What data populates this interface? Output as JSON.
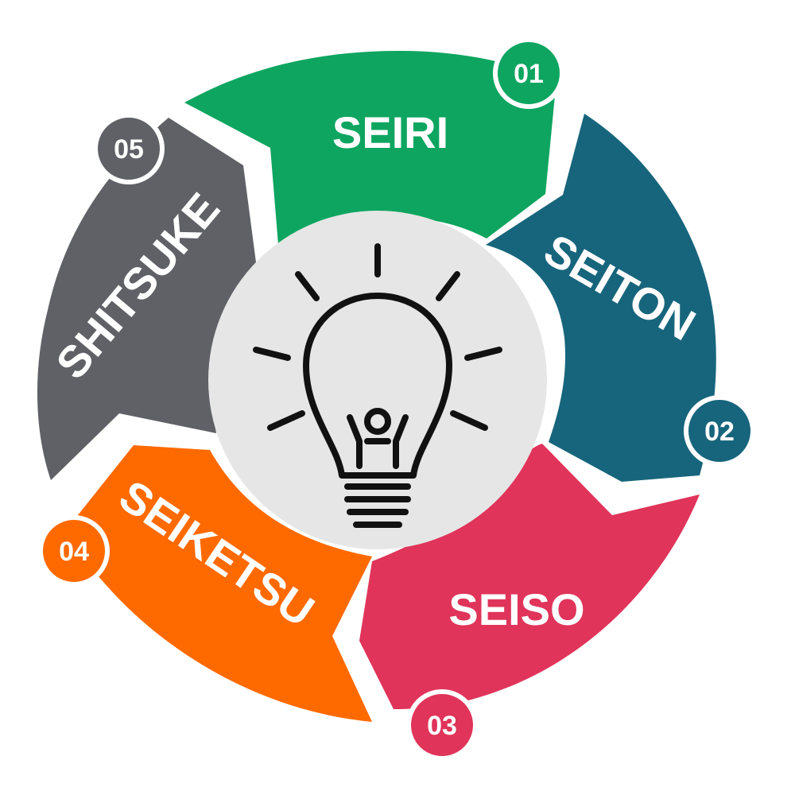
{
  "segments": [
    {
      "number": "01",
      "label": "SEIRI",
      "color": "#0EA560"
    },
    {
      "number": "02",
      "label": "SEITON",
      "color": "#17657C"
    },
    {
      "number": "03",
      "label": "SEISO",
      "color": "#E0345A"
    },
    {
      "number": "04",
      "label": "SEIKETSU",
      "color": "#FF6A00"
    },
    {
      "number": "05",
      "label": "SHITSUKE",
      "color": "#5F6166"
    }
  ],
  "center": {
    "icon": "lightbulb-icon",
    "fill": "#E6E6E6"
  }
}
